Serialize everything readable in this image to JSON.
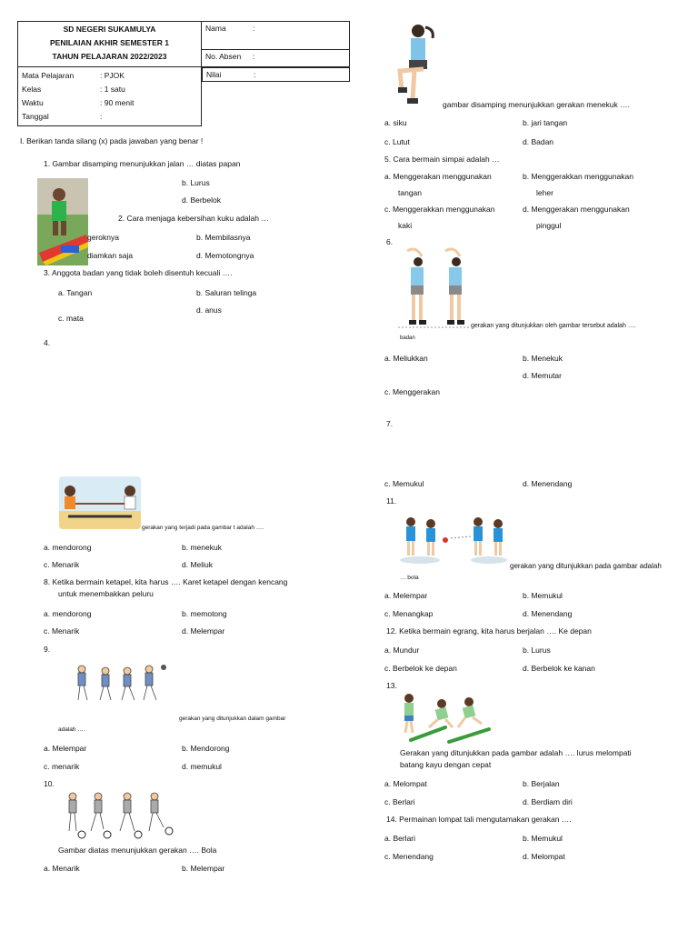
{
  "header": {
    "school": "SD NEGERI SUKAMULYA",
    "exam": "PENILAIAN  AKHIR SEMESTER 1",
    "year": "TAHUN PELAJARAN 2022/2023",
    "nama_label": "Nama",
    "absen_label": "No. Absen",
    "nilai_label": "Nilai",
    "colon": ":",
    "info": [
      {
        "k": "Mata Pelajaran",
        "v": ": PJOK"
      },
      {
        "k": "Kelas",
        "v": ": 1 satu"
      },
      {
        "k": "Waktu",
        "v": ": 90 menit"
      },
      {
        "k": "Tanggal",
        "v": ":"
      }
    ]
  },
  "instruction": "I.   Berikan tanda silang (x) pada jawaban yang benar !",
  "left": {
    "q1": "1.    Gambar disamping menunjukkan jalan … diatas papan",
    "q1b": "b.   Lurus",
    "q1d": "d.   Berbelok",
    "q2": "2.    Cara menjaga kebersihan kuku adalah …",
    "q2a": "geroknya",
    "q2b": "b.   Membilasnya",
    "q2c": "diamkan saja",
    "q2d": "d.   Memotongnya",
    "q3": "3.   Anggota badan yang tidak boleh disentuh kecuali ….",
    "q3a": "a.   Tangan",
    "q3b": "b.   Saluran telinga",
    "q3d": "d.   anus",
    "q3c": "c.    mata",
    "q4": "4.",
    "q7cap": "gerakan yang terjadi pada gambar t adalah ….",
    "q7a": "a.   mendorong",
    "q7b": "b.   menekuk",
    "q7c": "c.   Menarik",
    "q7d": "d.   Meliuk",
    "q8": "8.    Ketika bermain ketapel, kita harus …. Karet ketapel dengan kencang",
    "q8b": "untuk menembakkan peluru",
    "q8oa": "a.   mendorong",
    "q8ob": "b.   memotong",
    "q8oc": "c.   Menarik",
    "q8od": "d.   Melempar",
    "q9": "9.",
    "q9cap": "gerakan yang ditunjukkan dalam gambar",
    "q9cap2": "adalah ….",
    "q9a": "a.   Melempar",
    "q9b": "b.   Mendorong",
    "q9c": "c.   menarik",
    "q9d": "d.   memukul",
    "q10": "10.",
    "q10cap": "Gambar diatas menunjukkan gerakan …. Bola",
    "q10a": "a.   Menarik",
    "q10b": "b.   Melempar"
  },
  "right": {
    "q4cap": "gambar disamping menunjukkan gerakan menekuk ….",
    "q4a": "a.   siku",
    "q4b": "b.   jari tangan",
    "q4c": "c.   Lutut",
    "q4d": "d.   Badan",
    "q5": "5.   Cara bermain simpai adalah …",
    "q5a1": "a.   Menggerakan menggunakan",
    "q5a2": "tangan",
    "q5b1": "b.   Menggerakkan menggunakan",
    "q5b2": "leher",
    "q5c1": "c.   Menggerakkan menggunakan",
    "q5c2": "kaki",
    "q5d1": "d.   Menggerakan menggunakan",
    "q5d2": "pinggul",
    "q6": "6.",
    "q6cap": "gerakan yang ditunjukkan oleh gambar tersebut adalah ….",
    "q6cap2": "badan",
    "q6a": "a.   Meliukkan",
    "q6b": "b.   Menekuk",
    "q6d": "d.   Memutar",
    "q6c": "c.   Menggerakan",
    "q7": "7.",
    "q7c": "c.   Memukul",
    "q7d": "d.   Menendang",
    "q11": "11.",
    "q11cap": "gerakan yang ditunjukkan pada gambar adalah",
    "q11cap2": "… bola",
    "q11a": "a.   Melempar",
    "q11b": "b.   Memukul",
    "q11c": "c.   Menangkap",
    "q11d": "d.   Menendang",
    "q12": "12. Ketika bermain egrang, kita harus berjalan …. Ke depan",
    "q12a": "a.   Mundur",
    "q12b": "b.   Lurus",
    "q12c": "c.   Berbelok ke depan",
    "q12d": "d.   Berbelok ke kanan",
    "q13": "13.",
    "q13cap": "Gerakan yang ditunjukkan pada gambar adalah …. lurus melompati",
    "q13cap2": "batang kayu dengan cepat",
    "q13a": "a.   Melompat",
    "q13b": "b.   Berjalan",
    "q13c": "c.   Berlari",
    "q13d": "d.   Berdiam diri",
    "q14": "14. Permainan lompat tali mengutamakan gerakan ….",
    "q14a": "a.   Berlari",
    "q14b": "b.   Memukul",
    "q14c": "c.   Menendang",
    "q14d": "d.   Melompat"
  }
}
